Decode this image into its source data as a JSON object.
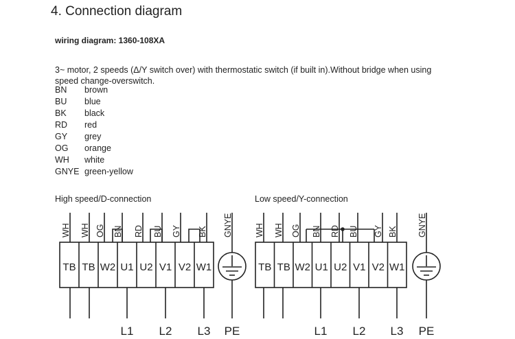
{
  "title": "4.  Connection diagram",
  "subtitle": "wiring diagram: 1360-108XA",
  "description": "3~ motor, 2 speeds (Δ/Y switch over) with thermostatic switch (if built in).Without bridge when using speed change-overswitch.",
  "legend": [
    {
      "code": "BN",
      "name": "brown"
    },
    {
      "code": "BU",
      "name": "blue"
    },
    {
      "code": "BK",
      "name": "black"
    },
    {
      "code": "RD",
      "name": "red"
    },
    {
      "code": "GY",
      "name": "grey"
    },
    {
      "code": "OG",
      "name": "orange"
    },
    {
      "code": "WH",
      "name": "white"
    },
    {
      "code": "GNYE",
      "name": "green-yellow"
    }
  ],
  "diagrams": [
    {
      "caption": "High speed/D-connection",
      "terminals": [
        "TB",
        "TB",
        "W2",
        "U1",
        "U2",
        "V1",
        "V2",
        "W1"
      ],
      "wires": [
        "WH",
        "WH",
        "OG",
        "BN",
        "RD",
        "BU",
        "GY",
        "BK"
      ],
      "earth_wire": "GNYE",
      "lines": [
        "L1",
        "L2",
        "L3",
        "PE"
      ]
    },
    {
      "caption": "Low speed/Y-connection",
      "terminals": [
        "TB",
        "TB",
        "W2",
        "U1",
        "U2",
        "V1",
        "V2",
        "W1"
      ],
      "wires": [
        "WH",
        "WH",
        "OG",
        "BN",
        "RD",
        "BU",
        "GY",
        "BK"
      ],
      "earth_wire": "GNYE",
      "lines": [
        "L1",
        "L2",
        "L3",
        "PE"
      ]
    }
  ]
}
